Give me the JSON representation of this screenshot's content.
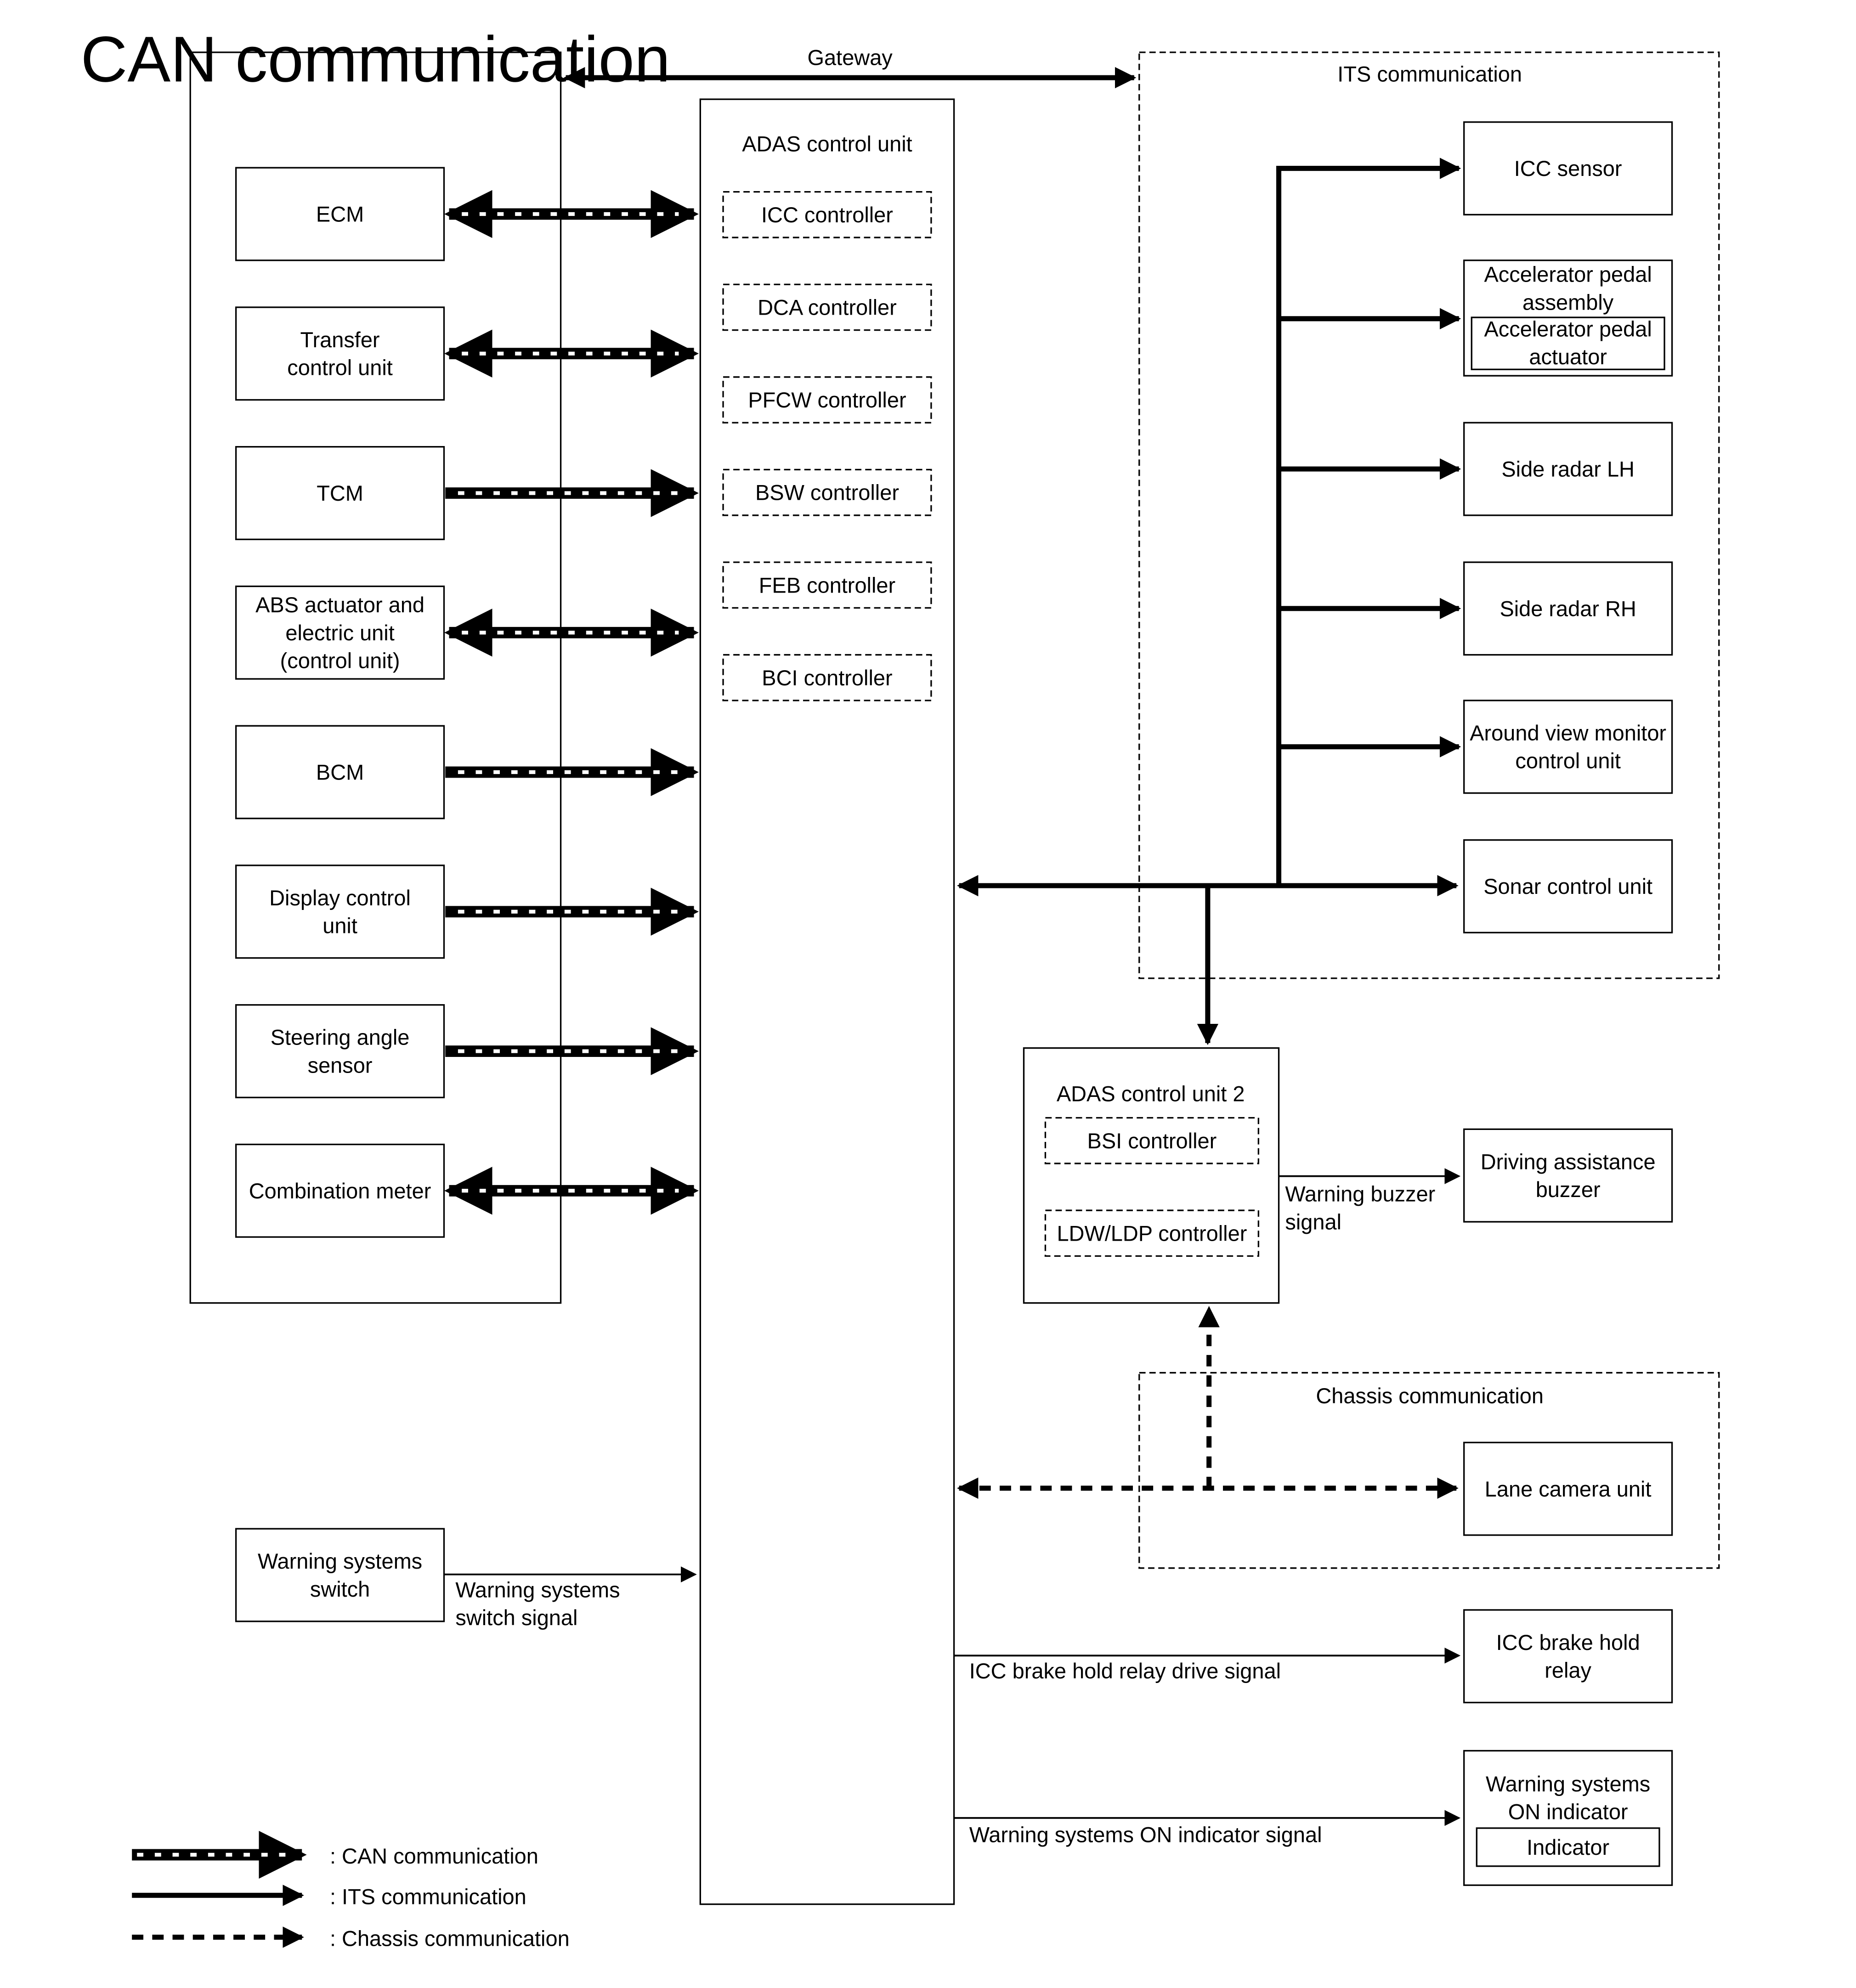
{
  "gateway_label": "Gateway",
  "groups": {
    "can": "CAN communication",
    "its": "ITS communication",
    "chassis": "Chassis communication"
  },
  "adas_unit": {
    "title": "ADAS control unit",
    "controllers": [
      "ICC controller",
      "DCA controller",
      "PFCW controller",
      "BSW controller",
      "FEB controller",
      "BCI controller"
    ]
  },
  "can_units": [
    [
      "ECM"
    ],
    [
      "Transfer",
      "control unit"
    ],
    [
      "TCM"
    ],
    [
      "ABS actuator and",
      "electric unit",
      "(control unit)"
    ],
    [
      "BCM"
    ],
    [
      "Display control",
      "unit"
    ],
    [
      "Steering angle",
      "sensor"
    ],
    [
      "Combination meter"
    ]
  ],
  "its_units": {
    "icc_sensor": [
      "ICC sensor"
    ],
    "accel_assembly": [
      "Accelerator pedal",
      "assembly"
    ],
    "accel_actuator": [
      "Accelerator pedal",
      "actuator"
    ],
    "side_radar_lh": [
      "Side radar LH"
    ],
    "side_radar_rh": [
      "Side radar RH"
    ],
    "avm": [
      "Around view monitor",
      "control unit"
    ],
    "sonar": [
      "Sonar control unit"
    ]
  },
  "adas_unit2": {
    "title": "ADAS control unit 2",
    "controllers": [
      "BSI controller",
      "LDW/LDP controller"
    ]
  },
  "outputs": {
    "buzzer": [
      "Driving assistance",
      "buzzer"
    ],
    "buzzer_signal": [
      "Warning buzzer",
      "signal"
    ],
    "lane_camera": [
      "Lane camera unit"
    ],
    "warning_switch": [
      "Warning systems",
      "switch"
    ],
    "warning_switch_signal": [
      "Warning systems",
      "switch signal"
    ],
    "brake_relay": [
      "ICC brake hold",
      "relay"
    ],
    "brake_relay_signal": "ICC brake hold relay drive signal",
    "warning_indicator": [
      "Warning systems",
      "ON indicator"
    ],
    "indicator": [
      "Indicator"
    ],
    "indicator_signal": "Warning systems ON indicator signal"
  },
  "legend": [
    ": CAN communication",
    ": ITS communication",
    ": Chassis communication"
  ]
}
